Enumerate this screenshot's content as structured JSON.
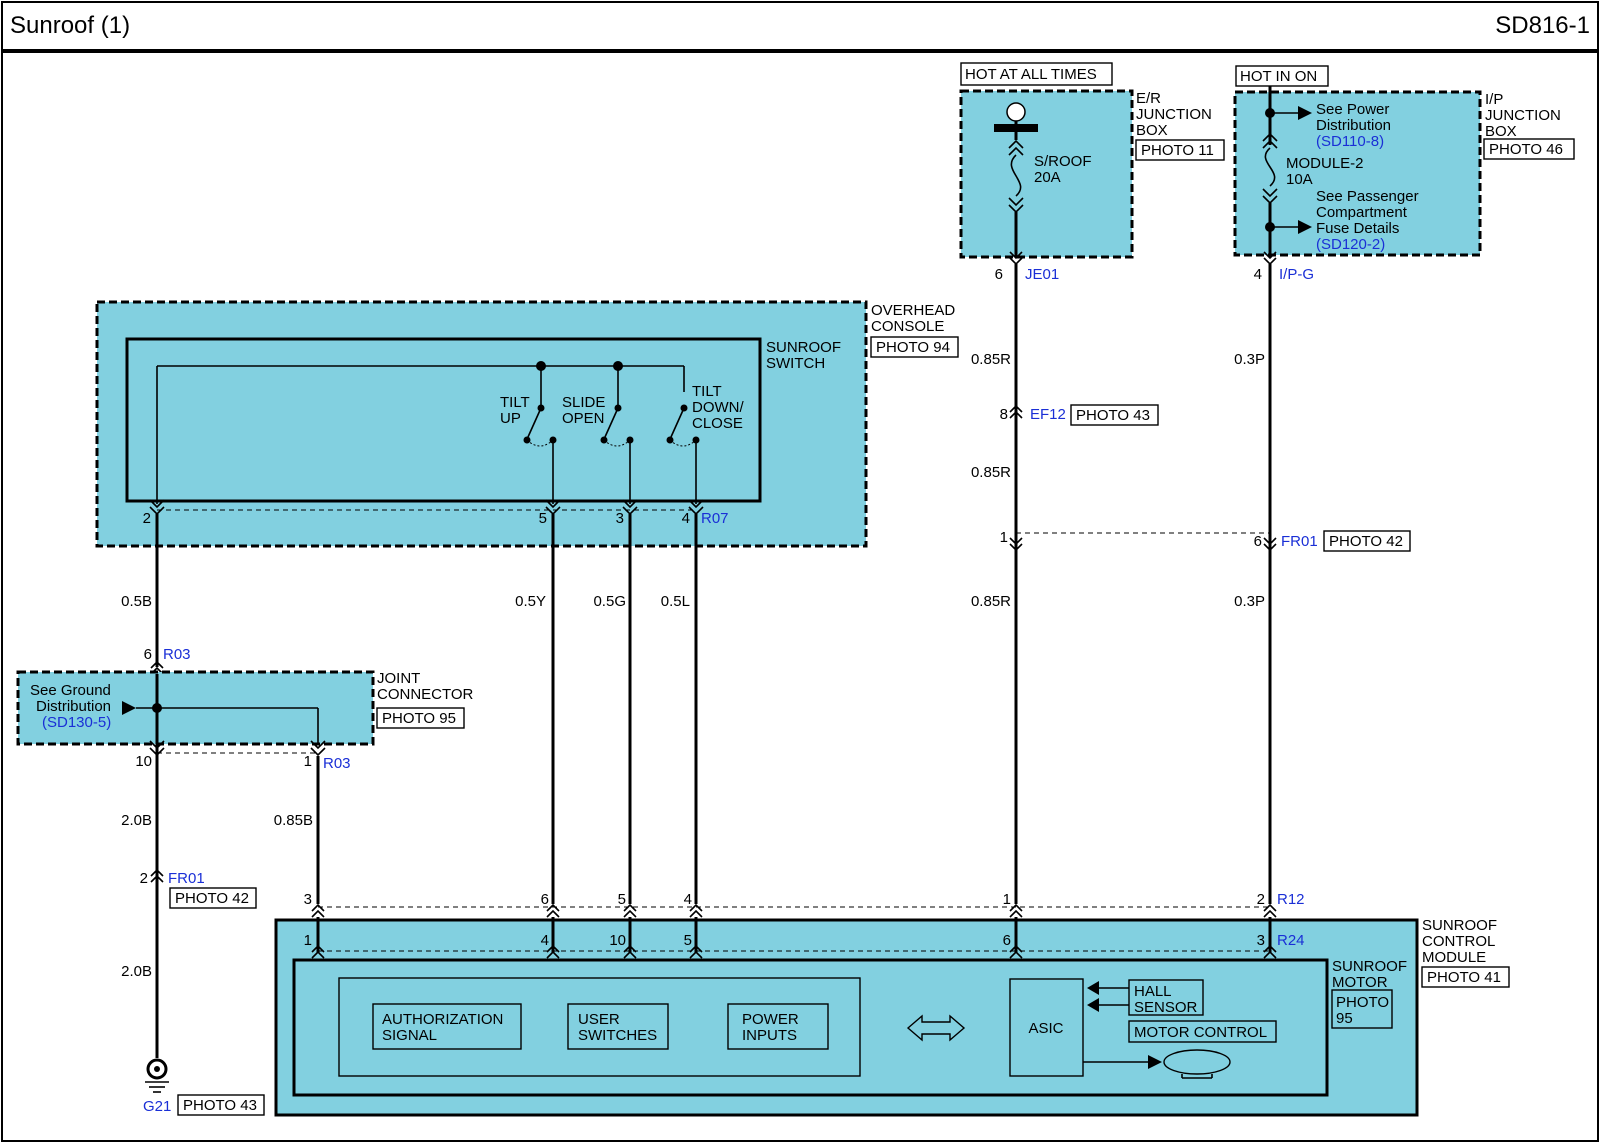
{
  "header": {
    "title": "Sunroof (1)",
    "code": "SD816-1"
  },
  "er_junction": {
    "supply": "HOT AT ALL TIMES",
    "name_lines": [
      "E/R",
      "JUNCTION",
      "BOX"
    ],
    "photo": "PHOTO 11",
    "fuse_lines": [
      "S/ROOF",
      "20A"
    ],
    "pin": "6",
    "conn": "JE01"
  },
  "ip_junction": {
    "supply": "HOT IN ON",
    "name_lines": [
      "I/P",
      "JUNCTION",
      "BOX"
    ],
    "photo": "PHOTO 46",
    "power_ref_lines": [
      "See Power",
      "Distribution"
    ],
    "power_ref_code": "(SD110-8)",
    "fuse_lines": [
      "MODULE-2",
      "10A"
    ],
    "fuse_ref_lines": [
      "See Passenger",
      "Compartment",
      "Fuse Details"
    ],
    "fuse_ref_code": "(SD120-2)",
    "pin": "4",
    "conn": "I/P-G"
  },
  "overhead_console": {
    "name_lines": [
      "OVERHEAD",
      "CONSOLE"
    ],
    "photo": "PHOTO 94",
    "switch_lines": [
      "SUNROOF",
      "SWITCH"
    ],
    "tilt_up": [
      "TILT",
      "UP"
    ],
    "slide_open": [
      "SLIDE",
      "OPEN"
    ],
    "tilt_down": [
      "TILT",
      "DOWN/",
      "CLOSE"
    ],
    "pins": [
      "2",
      "5",
      "3",
      "4"
    ],
    "conn": "R07"
  },
  "wires": {
    "w1": "0.5B",
    "w2": "0.5Y",
    "w3": "0.5G",
    "w4": "0.5L",
    "red_top": "0.85R",
    "red_mid": "0.85R",
    "red_bottom": "0.85R",
    "pink_top": "0.3P",
    "pink_bottom": "0.3P",
    "ground_top": "2.0B",
    "ground_bottom": "2.0B",
    "joint_out": "0.85B"
  },
  "ef12": {
    "pin": "8",
    "conn": "EF12",
    "photo": "PHOTO 43"
  },
  "fr01_upper": {
    "pin_left": "1",
    "pin_right": "6",
    "conn": "FR01",
    "photo": "PHOTO 42"
  },
  "joint": {
    "name_lines": [
      "JOINT",
      "CONNECTOR"
    ],
    "photo": "PHOTO 95",
    "ref_lines": [
      "See Ground",
      "Distribution"
    ],
    "ref_code": "(SD130-5)",
    "top_pin": "6",
    "top_conn": "R03",
    "pin_a": "10",
    "pin_b": "1",
    "bottom_conn": "R03"
  },
  "fr01_lower": {
    "pin": "2",
    "conn": "FR01",
    "photo": "PHOTO 42"
  },
  "ground": {
    "conn": "G21",
    "photo": "PHOTO 43"
  },
  "r12": {
    "pins": [
      "3",
      "6",
      "5",
      "4",
      "1",
      "2"
    ],
    "conn": "R12"
  },
  "control_module": {
    "name_lines": [
      "SUNROOF",
      "CONTROL",
      "MODULE"
    ],
    "photo": "PHOTO 41",
    "r24_pins": [
      "1",
      "4",
      "10",
      "5",
      "6",
      "3"
    ],
    "r24_conn": "R24"
  },
  "motor": {
    "name_lines": [
      "SUNROOF",
      "MOTOR"
    ],
    "photo_lines": [
      "PHOTO",
      "95"
    ],
    "auth": [
      "AUTHORIZATION",
      "SIGNAL"
    ],
    "user": [
      "USER",
      "SWITCHES"
    ],
    "power": [
      "POWER",
      "INPUTS"
    ],
    "asic": "ASIC",
    "hall": [
      "HALL",
      "SENSOR"
    ],
    "motor_control": "MOTOR CONTROL"
  }
}
